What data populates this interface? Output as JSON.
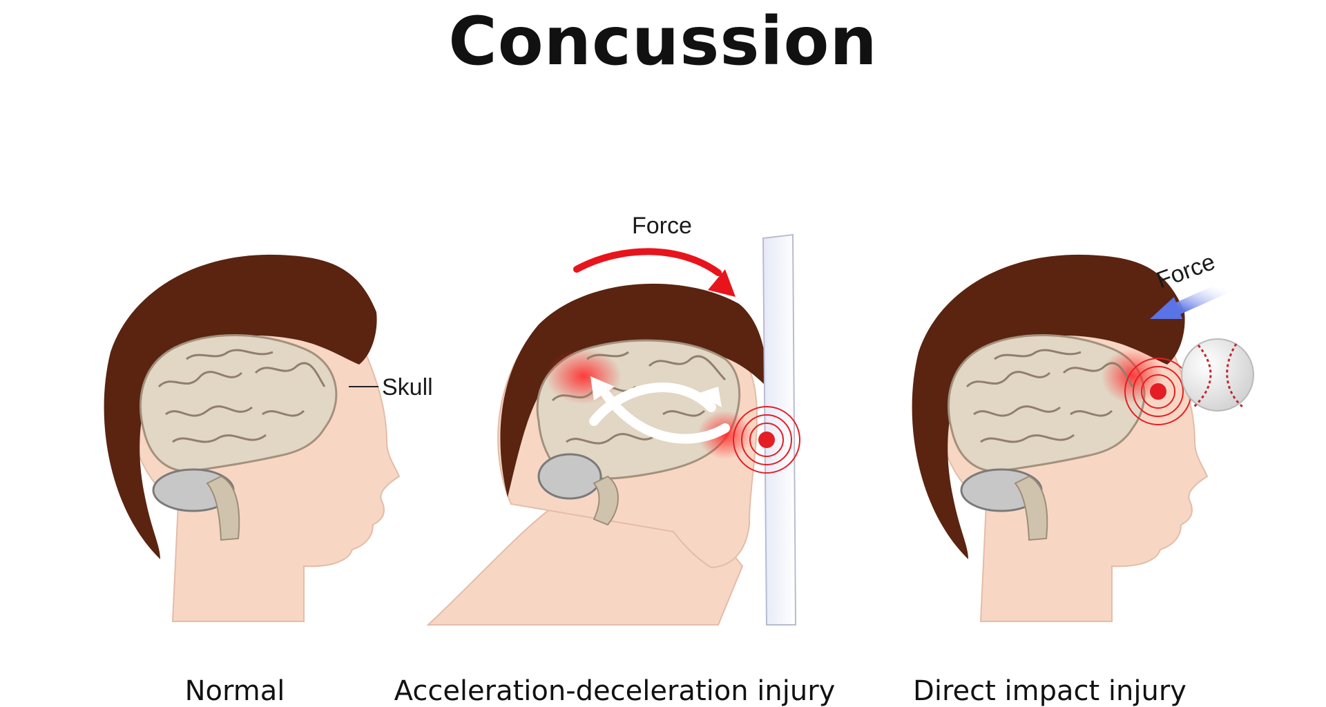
{
  "title": "Concussion",
  "panels": [
    {
      "caption": "Normal",
      "label": "Skull"
    },
    {
      "caption": "Acceleration-deceleration injury",
      "label": "Force"
    },
    {
      "caption": "Direct impact injury",
      "label": "Force"
    }
  ],
  "colors": {
    "hair": "#5a2410",
    "skin": "#f8d6c4",
    "brain": "#e2d6c4",
    "brain_fold": "#8f7f6c",
    "force_red": "#e8141c",
    "force_blue": "#6f86ea",
    "impact_red": "#e51d25"
  }
}
